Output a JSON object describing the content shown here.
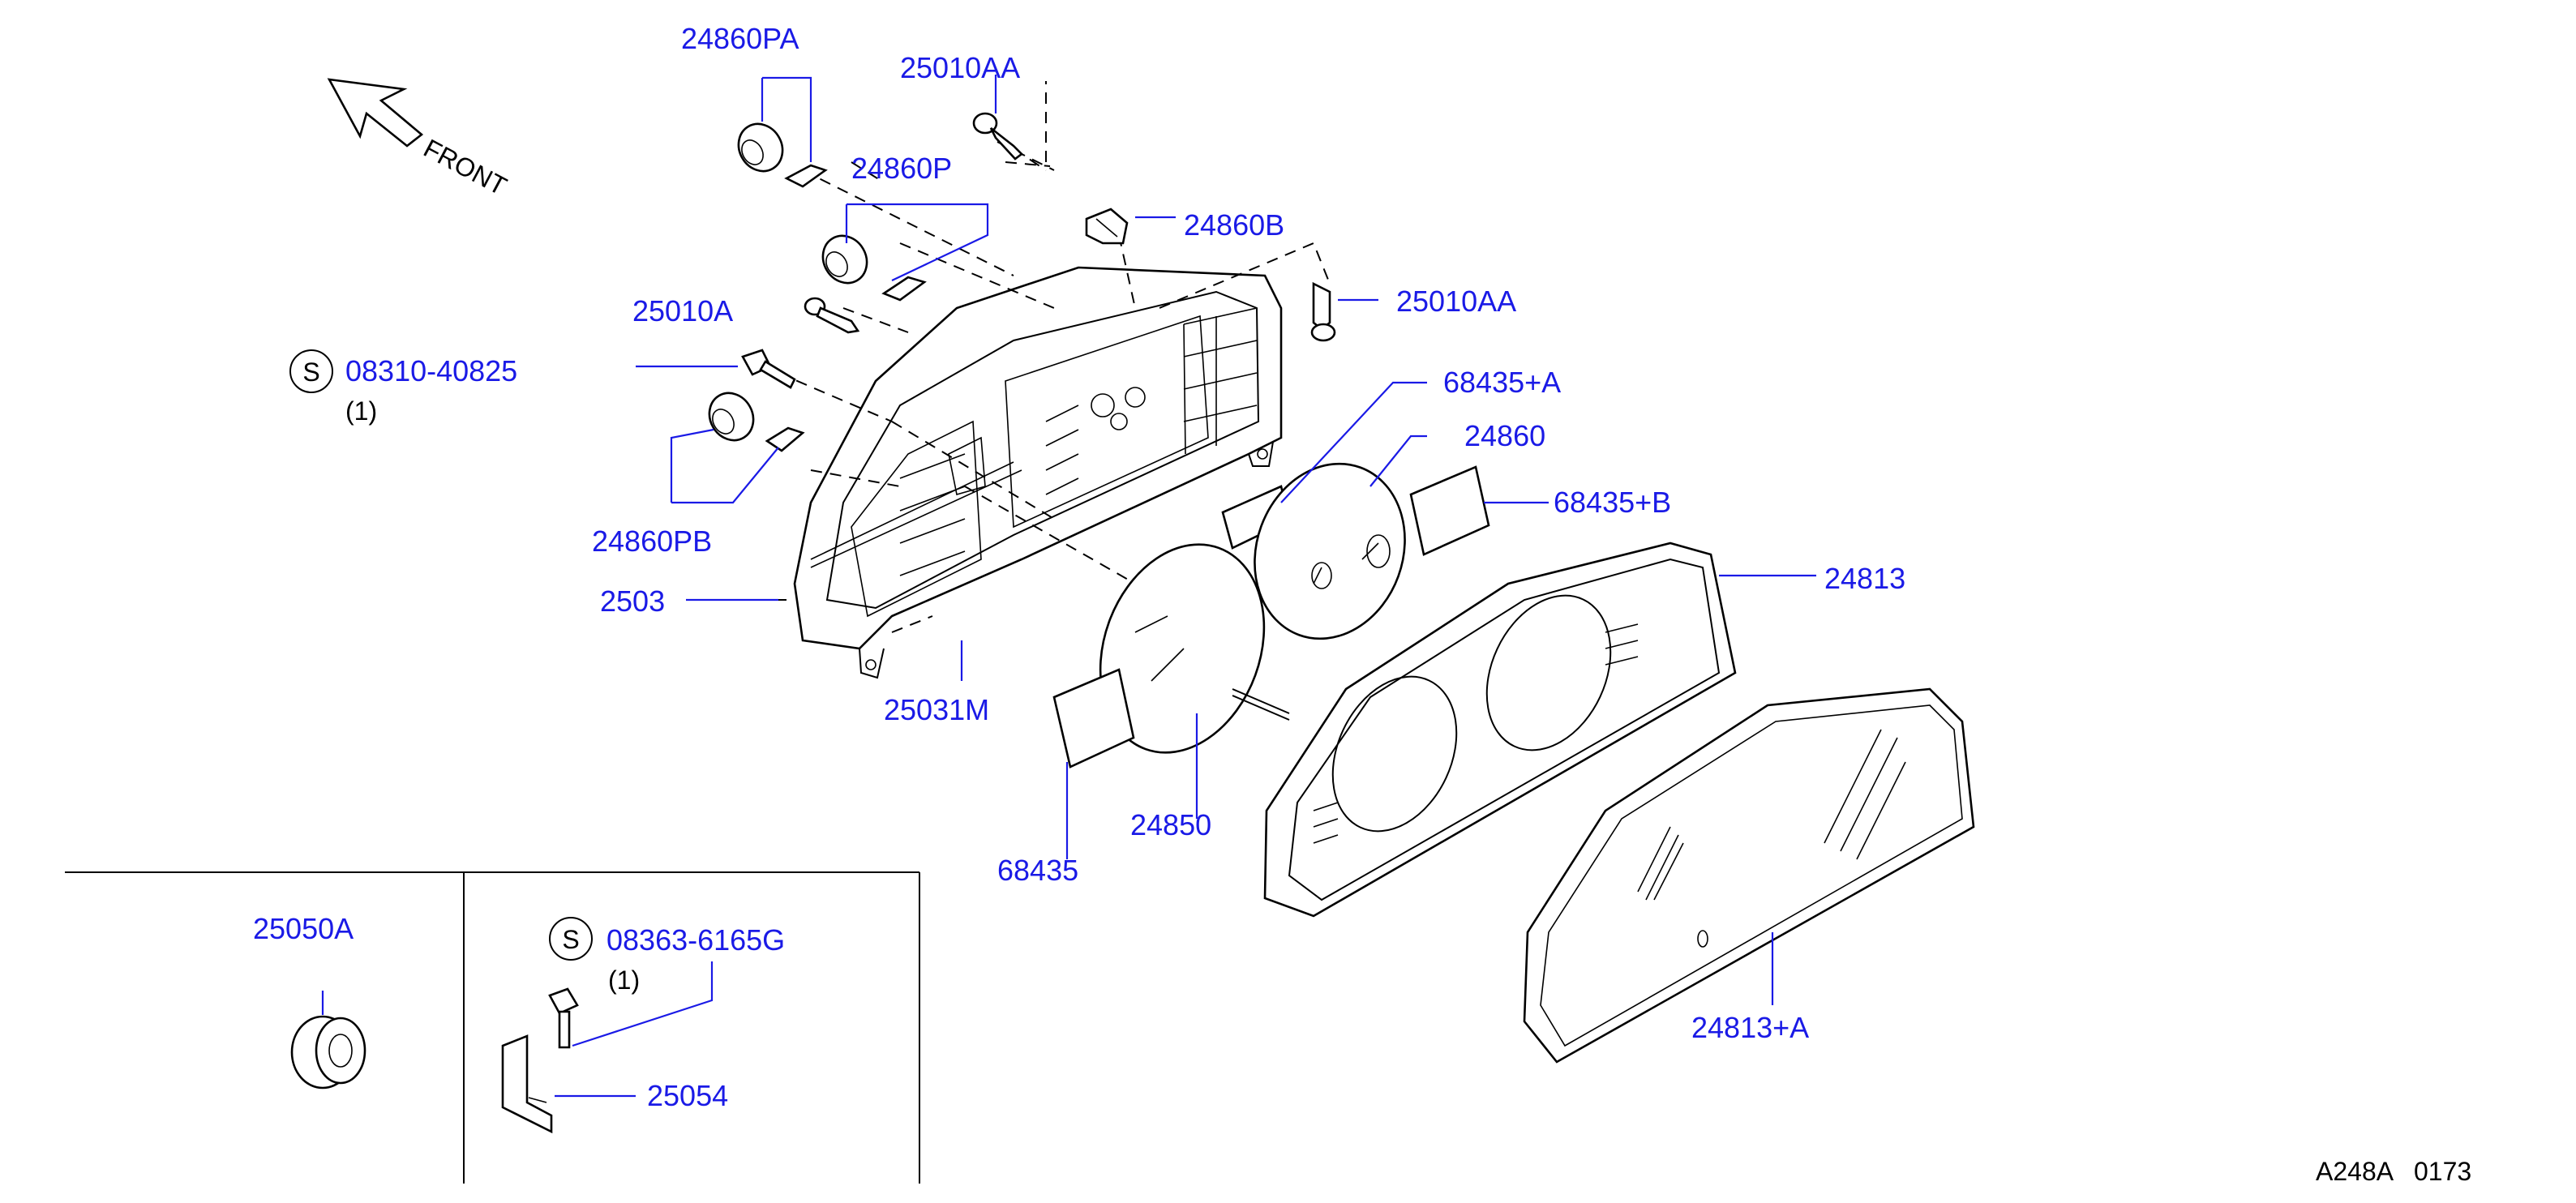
{
  "labels": {
    "p24860PA": "24860PA",
    "p25010AA_top": "25010AA",
    "front": "FRONT",
    "p24860P": "24860P",
    "p24860B": "24860B",
    "p25010AA_right": "25010AA",
    "p25010A": "25010A",
    "s_badge_1": "S",
    "p08310_40825": "08310-40825",
    "qty_1": "(1)",
    "p68435A": "68435+A",
    "p24860": "24860",
    "p68435B": "68435+B",
    "p24860PB": "24860PB",
    "p2503x": "2503",
    "p24813": "24813",
    "p25031M": "25031M",
    "p24850": "24850",
    "p68435": "68435",
    "p24813A": "24813+A",
    "p25050A": "25050A",
    "s_badge_2": "S",
    "p08363_6165G": "08363-6165G",
    "qty_2": "(1)",
    "p25054": "25054",
    "diagram_code": "A248A   0173"
  },
  "colors": {
    "label": "#1a1ae6",
    "line": "#000000",
    "background": "#ffffff"
  }
}
